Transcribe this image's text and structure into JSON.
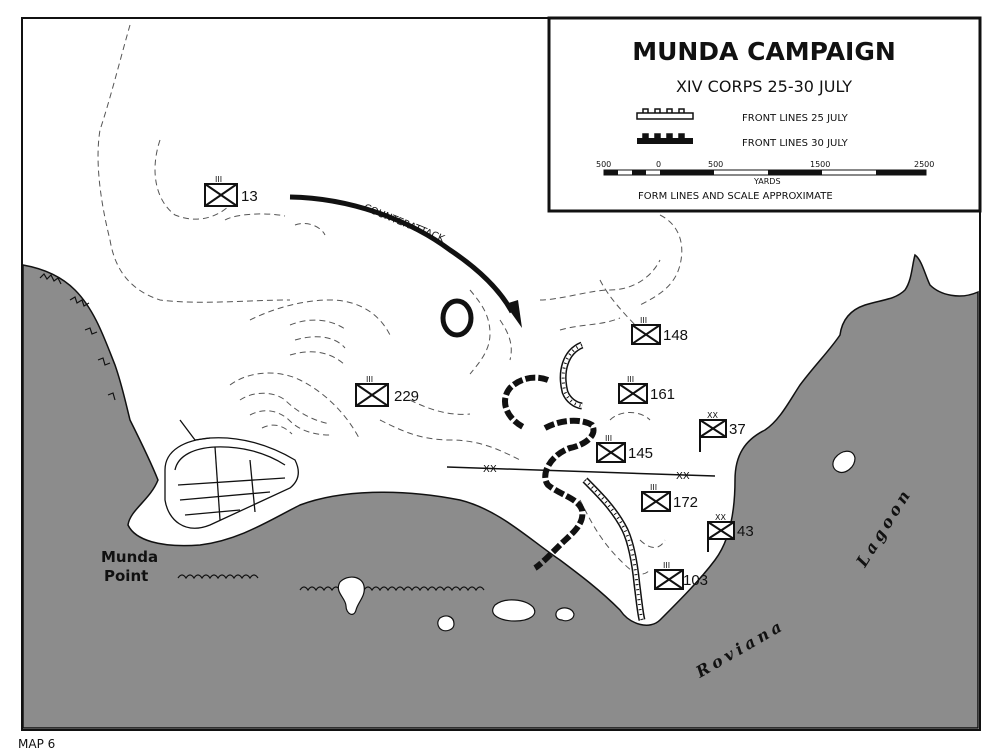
{
  "map": {
    "title": "MUNDA CAMPAIGN",
    "subtitle": "XIV CORPS   25-30 JULY",
    "legend": {
      "front_25_label": "FRONT  LINES 25 JULY",
      "front_30_label": "FRONT  LINES 30 JULY",
      "scale_ticks": [
        "500",
        "0",
        "500",
        "1500",
        "2500"
      ],
      "scale_unit": "YARDS",
      "note": "FORM LINES AND SCALE APPROXIMATE"
    },
    "units": [
      {
        "id": "13",
        "echelon": "III"
      },
      {
        "id": "229",
        "echelon": "III"
      },
      {
        "id": "148",
        "echelon": "III"
      },
      {
        "id": "161",
        "echelon": "III"
      },
      {
        "id": "145",
        "echelon": "III"
      },
      {
        "id": "172",
        "echelon": "III"
      },
      {
        "id": "103",
        "echelon": "III"
      },
      {
        "id": "37",
        "echelon": "XX"
      },
      {
        "id": "43",
        "echelon": "XX"
      }
    ],
    "boundary_marks": [
      "XX",
      "XX"
    ],
    "counterattack_label": "COUNTERATTACK",
    "place_labels": {
      "munda_line1": "Munda",
      "munda_line2": "Point",
      "roviana": "Roviana",
      "lagoon": "Lagoon"
    },
    "map_number": "MAP 6",
    "colors": {
      "water": "#8c8c8c",
      "land": "#ffffff",
      "ink": "#111111"
    }
  }
}
